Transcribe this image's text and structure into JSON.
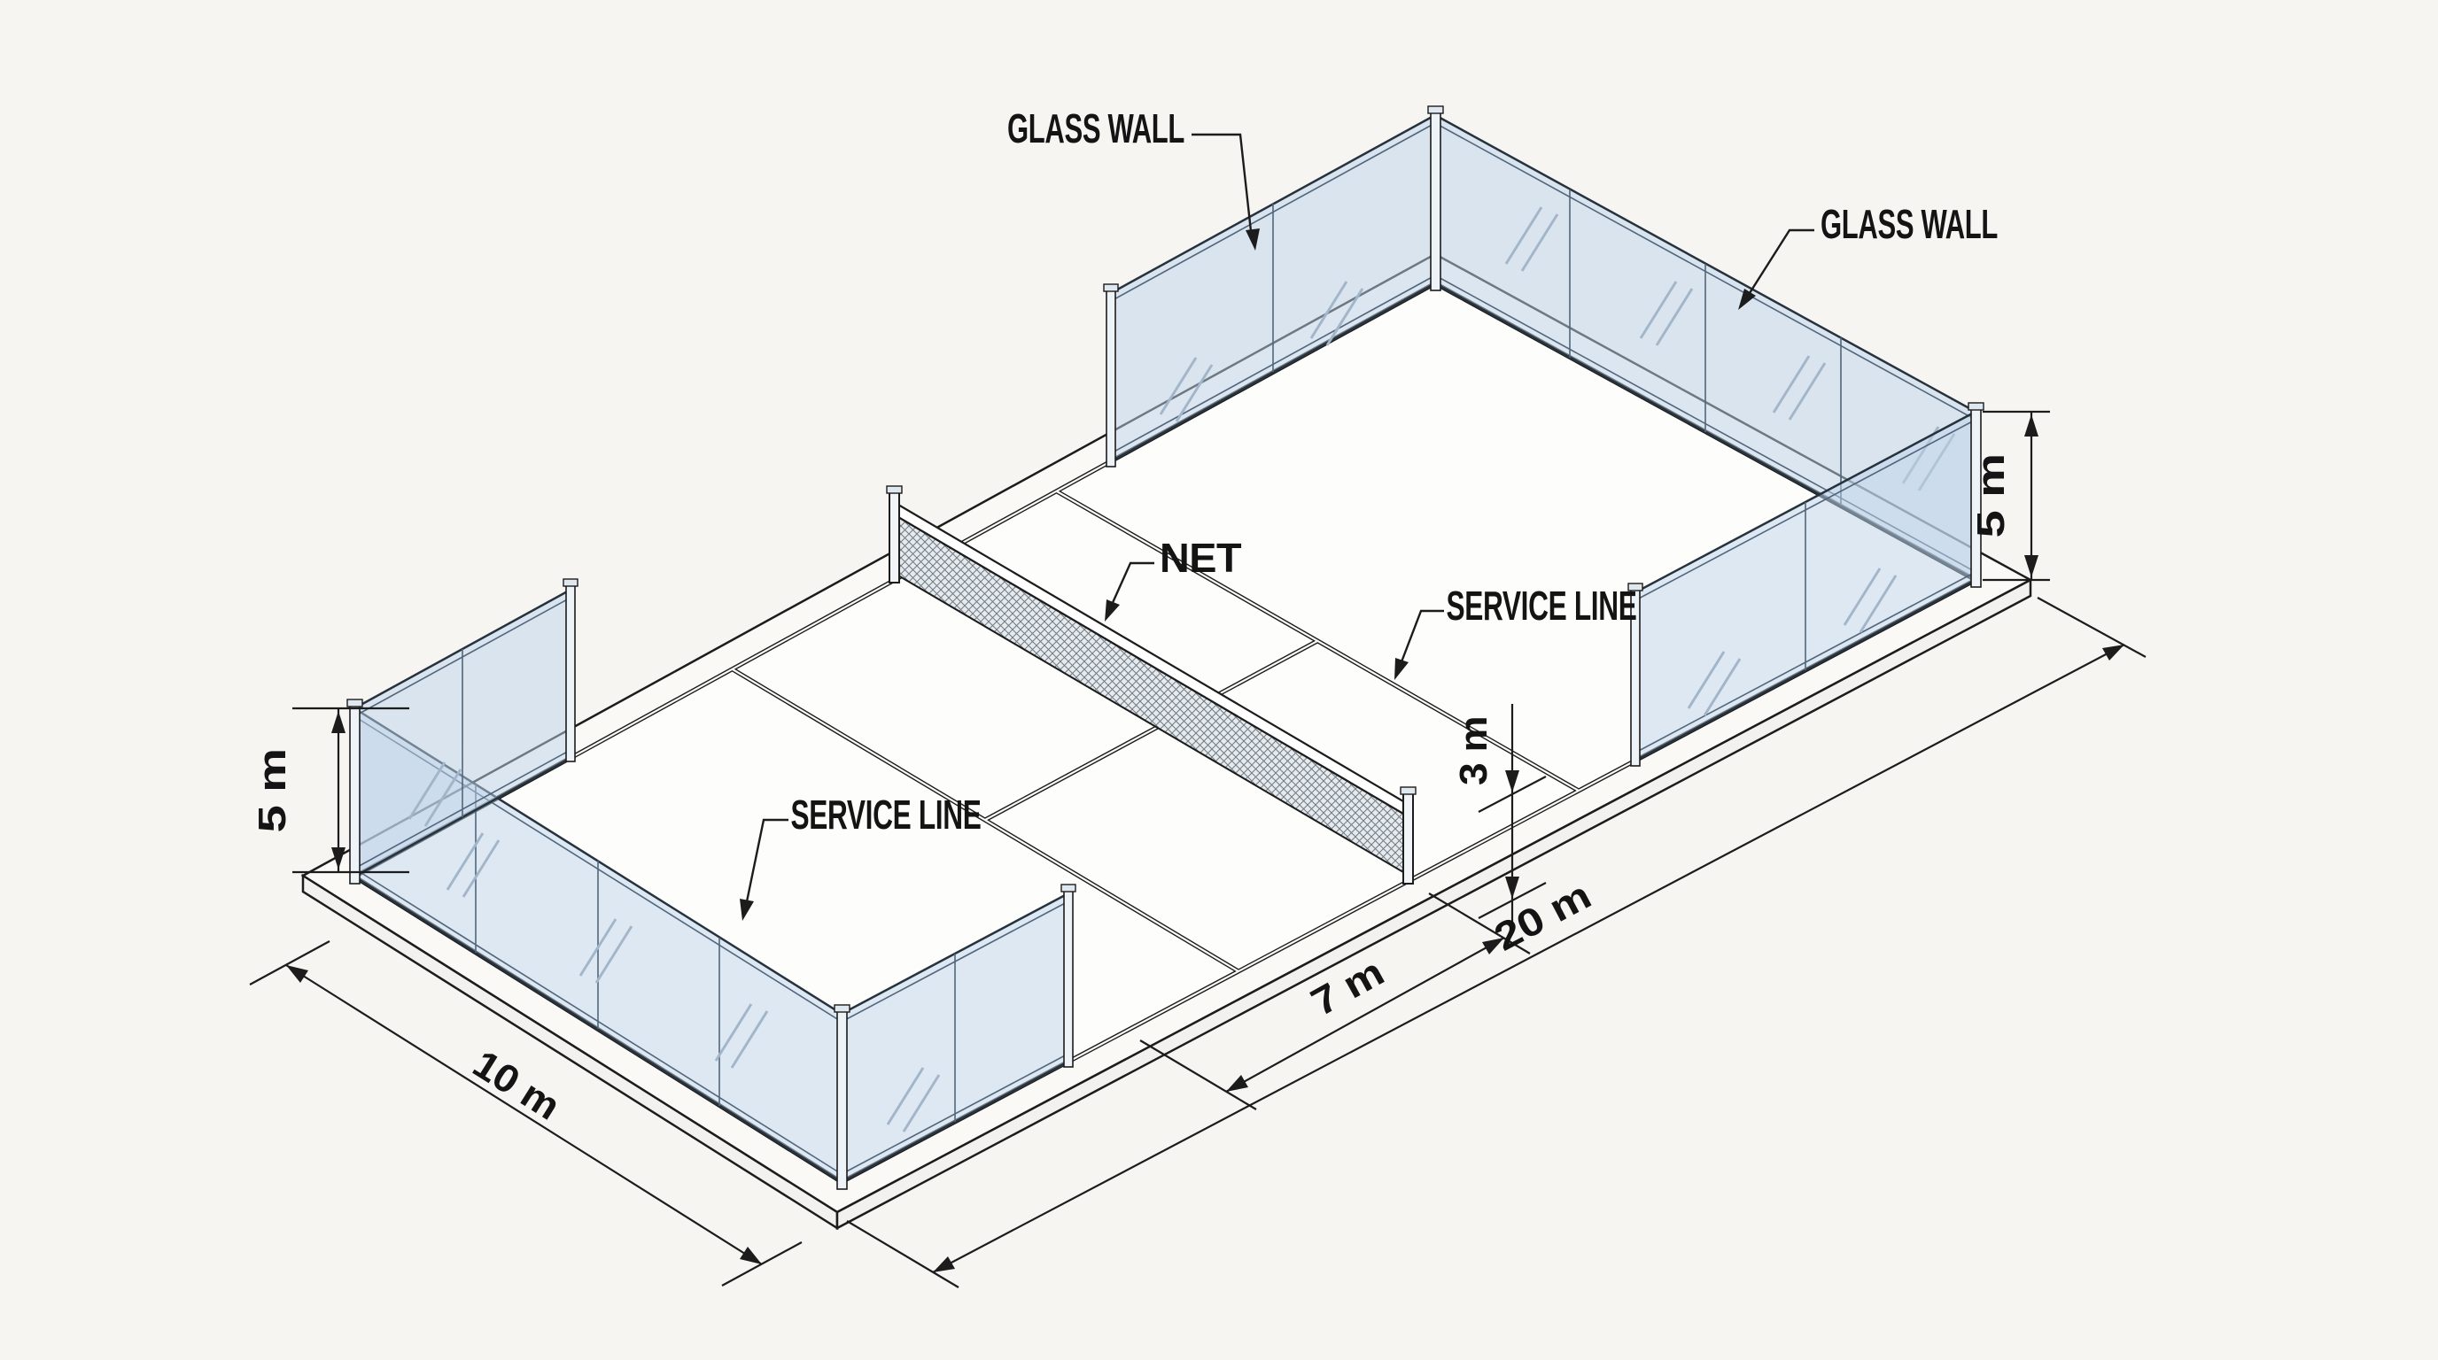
{
  "diagram": {
    "subject": "Isometric diagram of a padel court with glass walls, net and service lines",
    "labels": {
      "glass_wall_top": "GLASS WALL",
      "glass_wall_right": "GLASS WALL",
      "net": "NET",
      "service_line_left": "SERVICE LINE",
      "service_line_right": "SERVICE LINE"
    },
    "dimensions": {
      "court_width": "10 m",
      "court_length": "20 m",
      "back_wall_to_service_line": "7 m",
      "service_line_to_net": "3 m",
      "wall_height_left": "5 m",
      "wall_height_right": "5 m"
    },
    "colors": {
      "background": "#f6f5f2",
      "line": "#1c1c1c",
      "glass_fill": "#bdd4e9",
      "glass_edge": "#3a4d61",
      "floor": "#fdfdfb",
      "plinth": "#faf9f6",
      "net_mesh": "#6e7a85",
      "text": "#141414"
    }
  }
}
